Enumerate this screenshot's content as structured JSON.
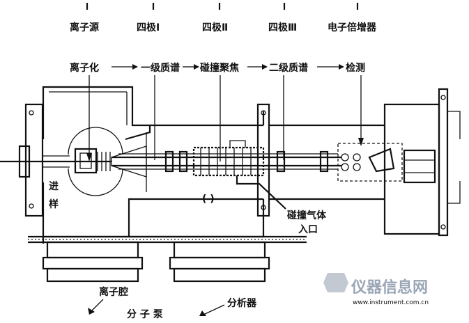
{
  "top_labels": {
    "ion_source": "离子源",
    "quad1": "四极Ⅰ",
    "quad2": "四极Ⅱ",
    "quad3": "四极Ⅲ",
    "multiplier": "电子倍增器"
  },
  "flow": {
    "step1": "离子化",
    "step2": "一级质谱",
    "step3": "碰撞聚焦",
    "step4": "二级质谱",
    "step5": "检测"
  },
  "side_labels": {
    "inlet_a": "进",
    "inlet_b": "样",
    "gas_line1": "碰撞气体",
    "gas_line2": "入口",
    "center_mark": "( )",
    "ion_chamber": "离子腔",
    "analyzer": "分析器",
    "pump": "分 子 泵"
  },
  "watermark": {
    "text": "仪器信息网",
    "url": "www.instrument.com.cn"
  }
}
